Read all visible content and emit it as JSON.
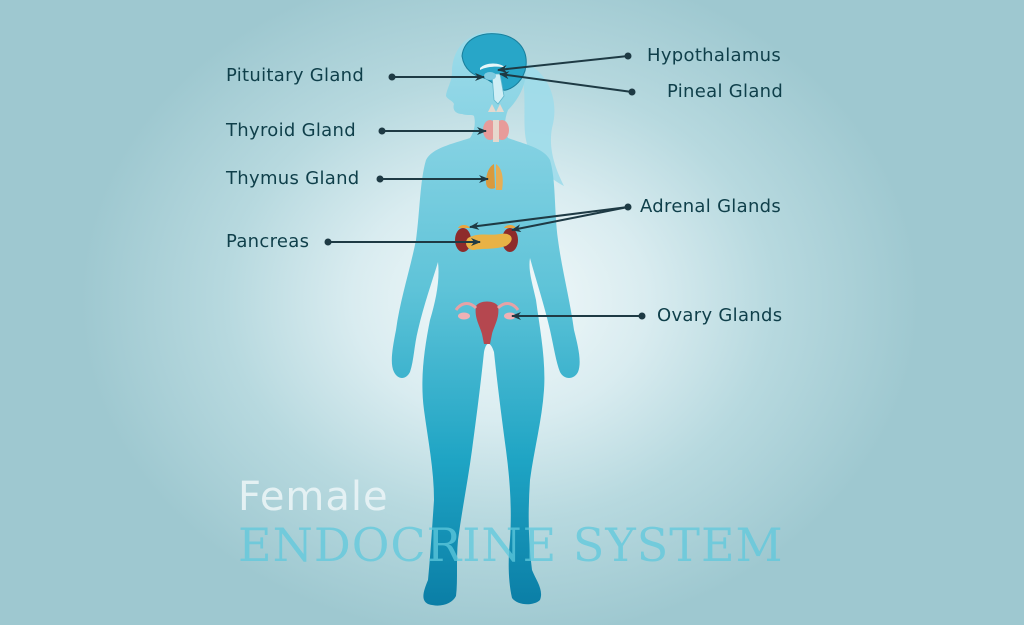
{
  "title": {
    "line1": "Female",
    "line2": "ENDOCRINE SYSTEM"
  },
  "labels": {
    "left": [
      {
        "id": "pituitary",
        "text": "Pituitary Gland"
      },
      {
        "id": "thyroid",
        "text": "Thyroid Gland"
      },
      {
        "id": "thymus",
        "text": "Thymus Gland"
      },
      {
        "id": "pancreas",
        "text": "Pancreas"
      }
    ],
    "right": [
      {
        "id": "hypothalamus",
        "text": "Hypothalamus"
      },
      {
        "id": "pineal",
        "text": "Pineal Gland"
      },
      {
        "id": "adrenal",
        "text": "Adrenal Glands"
      },
      {
        "id": "ovary",
        "text": "Ovary Glands"
      }
    ]
  },
  "colors": {
    "background_center": "#f4fafb",
    "background_edge": "#9ec8d0",
    "silhouette_top": "#8ed6e4",
    "silhouette_bottom": "#0d86ac",
    "label_text": "#0f3f4a",
    "leader_line": "#1e3a44",
    "title_female": "#e9f4f6",
    "title_system": "#5fc9dd"
  }
}
